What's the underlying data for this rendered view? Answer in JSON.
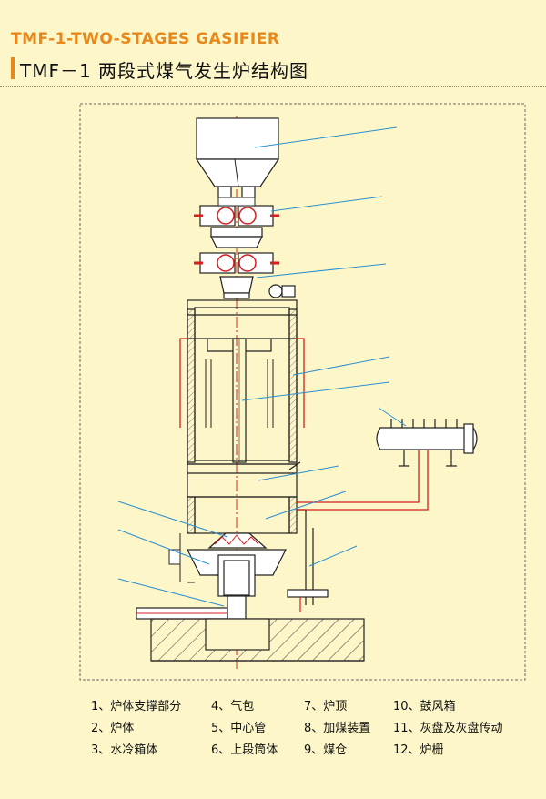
{
  "header": {
    "title_en": "TMF-1-TWO-STAGES GASIFIER",
    "title_cn": "TMF－1 两段式煤气发生炉结构图"
  },
  "legend": [
    {
      "label": "1、炉体支撑部分"
    },
    {
      "label": "4、气包"
    },
    {
      "label": "7、炉顶"
    },
    {
      "label": "10、鼓风箱"
    },
    {
      "label": "2、炉体"
    },
    {
      "label": "5、中心管"
    },
    {
      "label": "8、加煤装置"
    },
    {
      "label": "11、灰盘及灰盘传动"
    },
    {
      "label": "3、水冷箱体"
    },
    {
      "label": "6、上段筒体"
    },
    {
      "label": "9、煤仓"
    },
    {
      "label": "12、炉栅"
    }
  ],
  "colors": {
    "background": "#fdf6c9",
    "title_accent": "#e8881a",
    "leader_line": "#2a8fd0",
    "center_line": "#e02020",
    "valve_red": "#d42020",
    "hatch": "#3a3a3a"
  }
}
